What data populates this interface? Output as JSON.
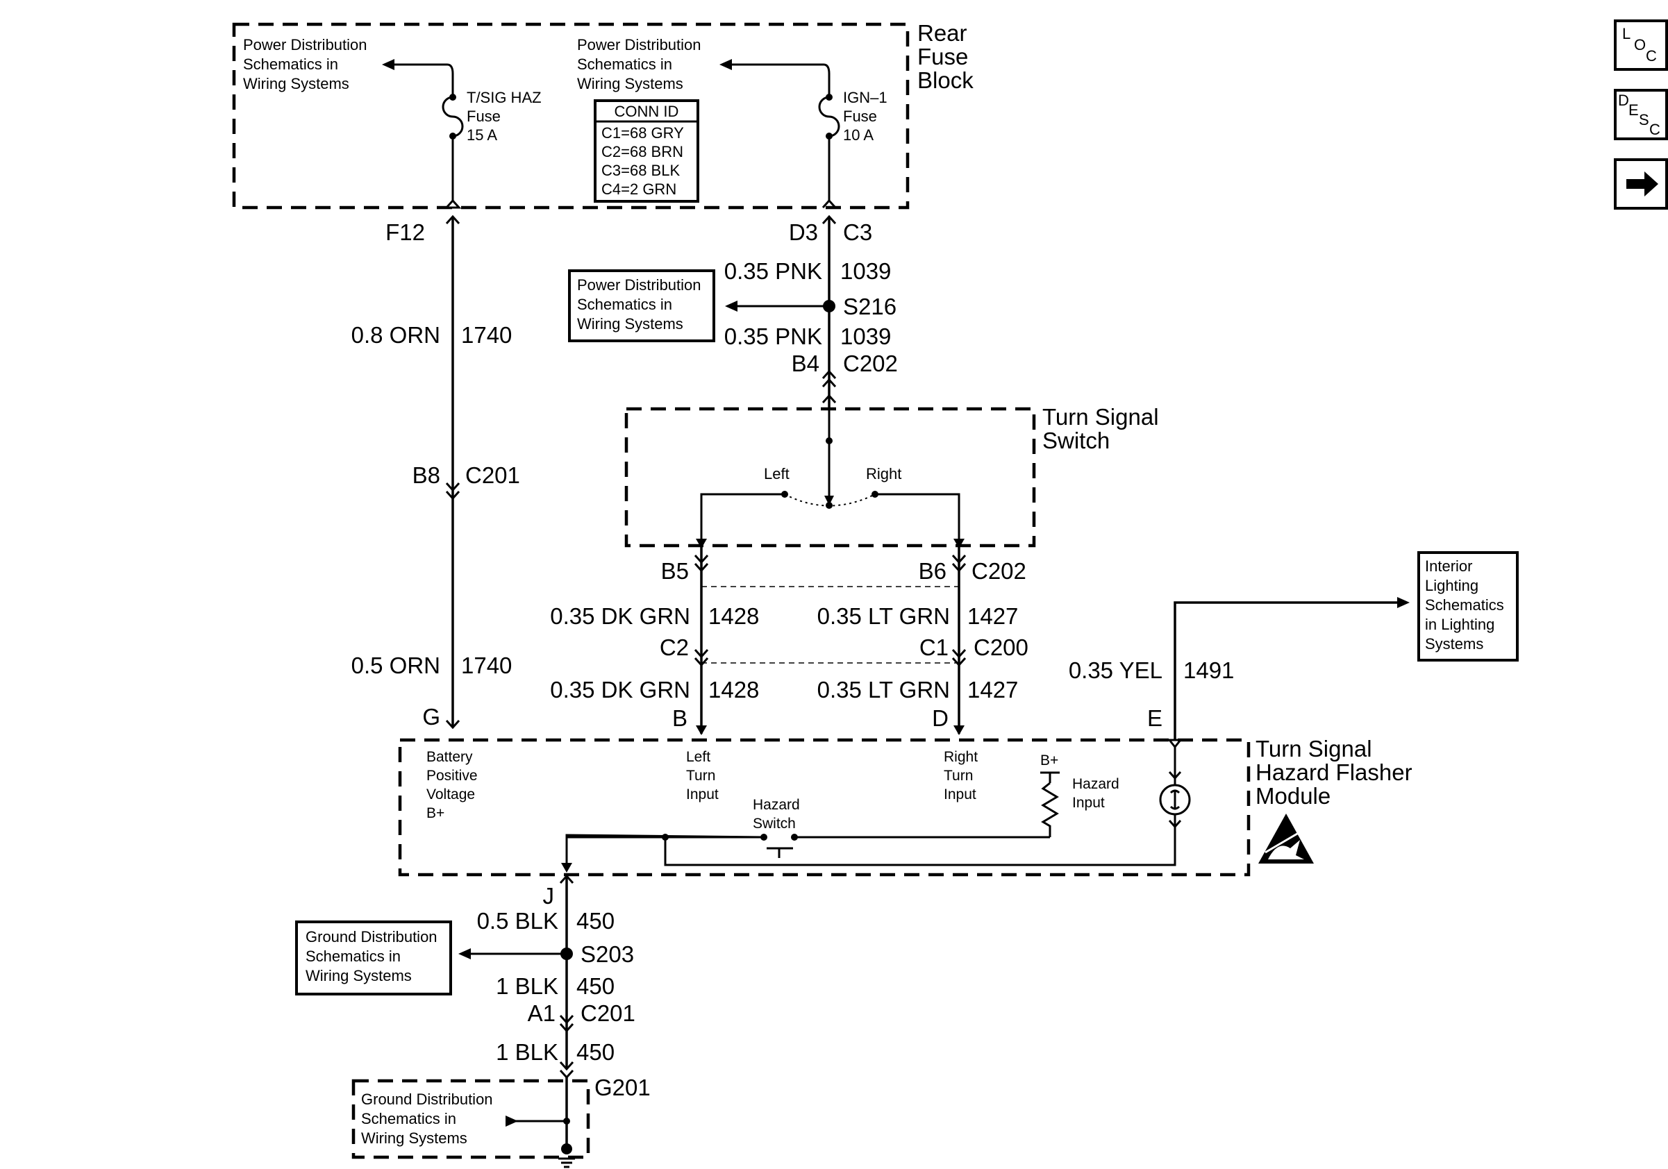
{
  "rear_fuse_block": {
    "title": [
      "Rear",
      "Fuse",
      "Block"
    ],
    "left_ref": [
      "Power Distribution",
      "Schematics in",
      "Wiring Systems"
    ],
    "center_ref": [
      "Power Distribution",
      "Schematics in",
      "Wiring Systems"
    ],
    "fuse_left": [
      "T/SIG HAZ",
      "Fuse",
      "15 A"
    ],
    "fuse_right": [
      "IGN–1",
      "Fuse",
      "10 A"
    ],
    "conn_id": {
      "title": "CONN ID",
      "rows": [
        "C1=68 GRY",
        "C2=68 BRN",
        "C3=68 BLK",
        "C4=2 GRN"
      ]
    }
  },
  "left_circuit": {
    "pin_top": "F12",
    "wire_upper": {
      "size": "0.8 ORN",
      "circuit": "1740"
    },
    "connector_mid": {
      "pin": "B8",
      "conn": "C201"
    },
    "wire_lower": {
      "size": "0.5 ORN",
      "circuit": "1740"
    },
    "pin_module": "G"
  },
  "ign_circuit": {
    "pin": "D3",
    "conn": "C3",
    "wire_upper": {
      "size": "0.35 PNK",
      "circuit": "1039"
    },
    "splice": "S216",
    "ref": [
      "Power Distribution",
      "Schematics in",
      "Wiring Systems"
    ],
    "wire_lower": {
      "size": "0.35 PNK",
      "circuit": "1039"
    },
    "connector": {
      "pin": "B4",
      "conn": "C202"
    }
  },
  "turn_signal_switch": {
    "title": [
      "Turn Signal",
      "Switch"
    ],
    "left_label": "Left",
    "right_label": "Right"
  },
  "left_turn_circuit": {
    "pin_switch": "B5",
    "wire_upper": {
      "size": "0.35 DK GRN",
      "circuit": "1428"
    },
    "pin_mid": "C2",
    "wire_lower": {
      "size": "0.35 DK GRN",
      "circuit": "1428"
    },
    "pin_module": "B"
  },
  "right_turn_circuit": {
    "pin_switch": "B6",
    "conn_switch": "C202",
    "wire_upper": {
      "size": "0.35 LT GRN",
      "circuit": "1427"
    },
    "pin_mid": "C1",
    "conn_mid": "C200",
    "wire_lower": {
      "size": "0.35 LT GRN",
      "circuit": "1427"
    },
    "pin_module": "D"
  },
  "lamp_circuit": {
    "wire": {
      "size": "0.35 YEL",
      "circuit": "1491"
    },
    "pin_module": "E",
    "ref": [
      "Interior",
      "Lighting",
      "Schematics",
      "in Lighting",
      "Systems"
    ]
  },
  "flasher_module": {
    "title": [
      "Turn Signal",
      "Hazard Flasher",
      "Module"
    ],
    "battery_label": [
      "Battery",
      "Positive",
      "Voltage",
      "B+"
    ],
    "left_input": [
      "Left",
      "Turn",
      "Input"
    ],
    "right_input": [
      "Right",
      "Turn",
      "Input"
    ],
    "hazard_switch": [
      "Hazard",
      "Switch"
    ],
    "hazard_input": [
      "Hazard",
      "Input"
    ],
    "b_plus": "B+"
  },
  "ground_circuit": {
    "pin_module": "J",
    "wire_upper": {
      "size": "0.5 BLK",
      "circuit": "450"
    },
    "splice": "S203",
    "ref": [
      "Ground Distribution",
      "Schematics in",
      "Wiring Systems"
    ],
    "wire_mid": {
      "size": "1 BLK",
      "circuit": "450"
    },
    "connector": {
      "pin": "A1",
      "conn": "C201"
    },
    "wire_lower": {
      "size": "1 BLK",
      "circuit": "450"
    },
    "ground": "G201",
    "ground_ref": [
      "Ground Distribution",
      "Schematics in",
      "Wiring Systems"
    ]
  },
  "nav": {
    "loc": [
      "L",
      "O",
      "C"
    ],
    "desc": [
      "D",
      "E",
      "S",
      "C"
    ]
  }
}
